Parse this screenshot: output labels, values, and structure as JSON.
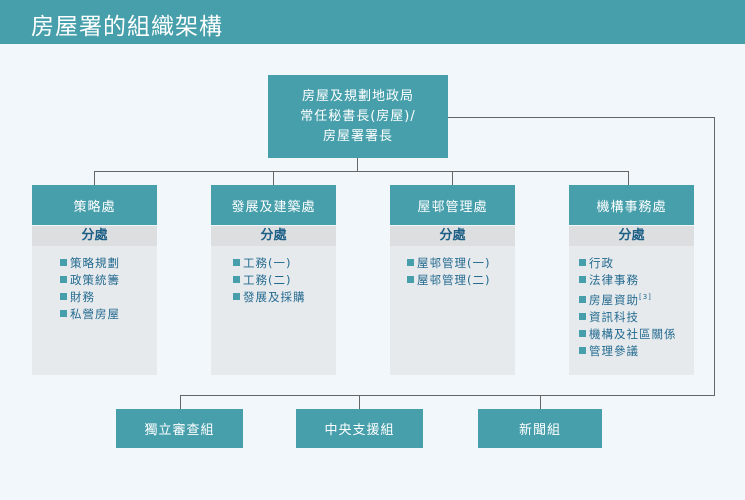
{
  "title": "房屋署的組織架構",
  "head": {
    "lines": [
      "房屋及規劃地政局",
      "常任秘書長(房屋)/",
      "房屋署署長"
    ]
  },
  "columns": [
    {
      "name": "策略處",
      "sub": "分處",
      "items": [
        "策略規劃",
        "政策統籌",
        "財務",
        "私營房屋"
      ]
    },
    {
      "name": "發展及建築處",
      "sub": "分處",
      "items": [
        "工務(一)",
        "工務(二)",
        "發展及採購"
      ]
    },
    {
      "name": "屋邨管理處",
      "sub": "分處",
      "items": [
        "屋邨管理(一)",
        "屋邨管理(二)"
      ]
    },
    {
      "name": "機構事務處",
      "sub": "分處",
      "items": [
        "行政",
        "法律事務",
        "房屋資助",
        "資訊科技",
        "機構及社區關係",
        "管理參議"
      ],
      "footnote": "[3]"
    }
  ],
  "bottom": [
    "獨立審查組",
    "中央支援組",
    "新聞組"
  ],
  "colors": {
    "teal": "#469fab",
    "text_blue": "#246a8f"
  }
}
